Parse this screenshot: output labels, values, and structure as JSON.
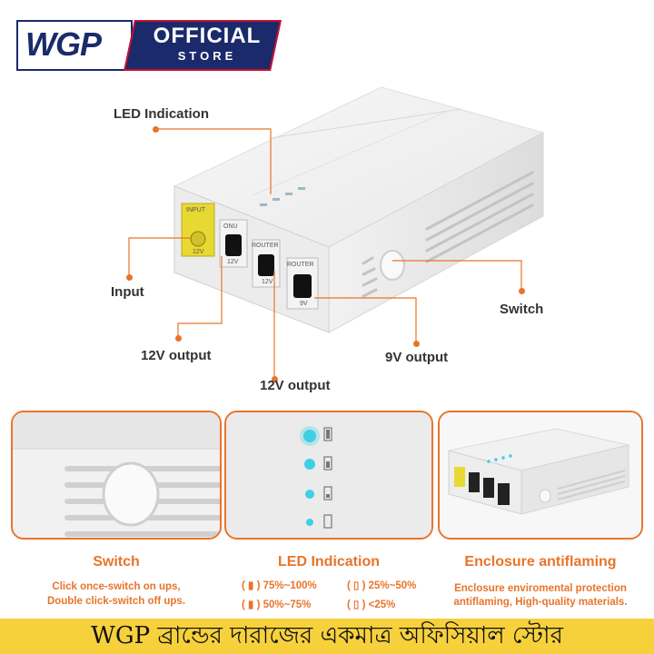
{
  "logo": {
    "brand": "WGP",
    "line1": "OFFICIAL",
    "line2": "STORE"
  },
  "callouts": {
    "led_indication": "LED Indication",
    "input": "Input",
    "switch": "Switch",
    "out12_a": "12V output",
    "out12_b": "12V output",
    "out9": "9V output"
  },
  "ports": {
    "input": "INPUT",
    "input_v": "12V",
    "onu": "ONU",
    "onu_v": "12V",
    "router1": "ROUTER",
    "router1_v": "12V",
    "router2": "ROUTER",
    "router2_v": "9V"
  },
  "features": {
    "switch": {
      "title": "Switch",
      "line1": "Click once-switch on ups,",
      "line2": "Double click-switch off ups."
    },
    "led": {
      "title": "LED Indication",
      "levels": [
        "75%~100%",
        "25%~50%",
        "50%~75%",
        "<25%"
      ]
    },
    "enclosure": {
      "title": "Enclosure antiflaming",
      "line1": "Enclosure enviromental protection",
      "line2": "antiflaming, High-quality materials."
    }
  },
  "banner": "WGP ব্রান্ডের দারাজের একমাত্র অফিসিয়াল স্টোর",
  "colors": {
    "accent": "#e8742a",
    "brand_blue": "#1b2a6b",
    "banner_bg": "#f7d13c",
    "led": "#3fd0e6",
    "input_port": "#e8d832"
  }
}
